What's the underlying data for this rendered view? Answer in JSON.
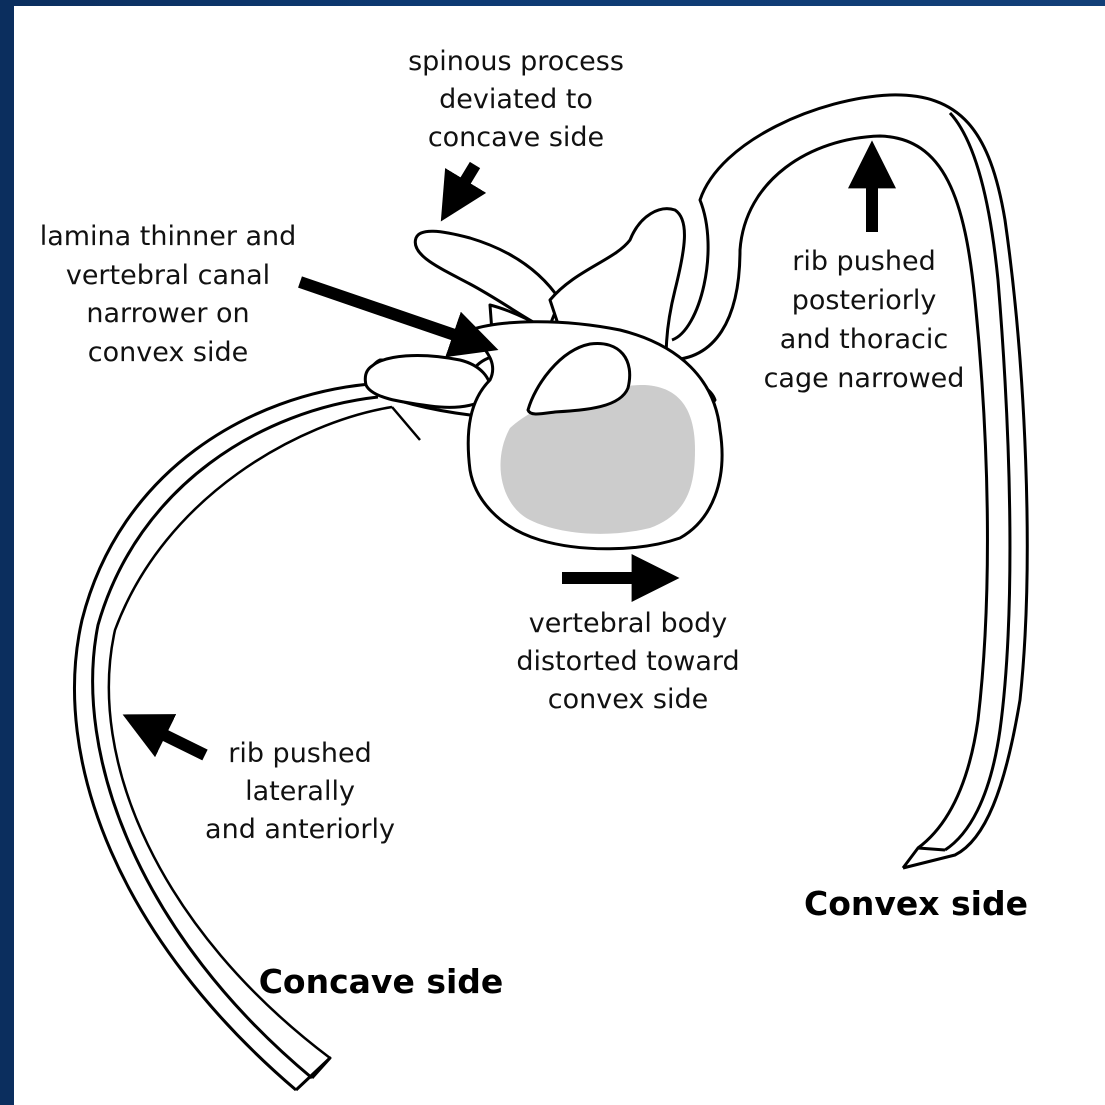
{
  "background_color": "#0d3a73",
  "panel_color": "#ffffff",
  "body_fill_color": "#cccccc",
  "labels": {
    "spinous": [
      "spinous process",
      "deviated to",
      "concave side"
    ],
    "lamina": [
      "lamina thinner and",
      "vertebral canal",
      "narrower on",
      "convex side"
    ],
    "rib_posterior": [
      "rib pushed",
      "posteriorly",
      "and thoracic",
      "cage narrowed"
    ],
    "vertebral_body": [
      "vertebral body",
      "distorted toward",
      "convex side"
    ],
    "rib_lateral": [
      "rib pushed",
      "laterally",
      "and anteriorly"
    ],
    "convex_side": "Convex side",
    "concave_side": "Concave side"
  }
}
